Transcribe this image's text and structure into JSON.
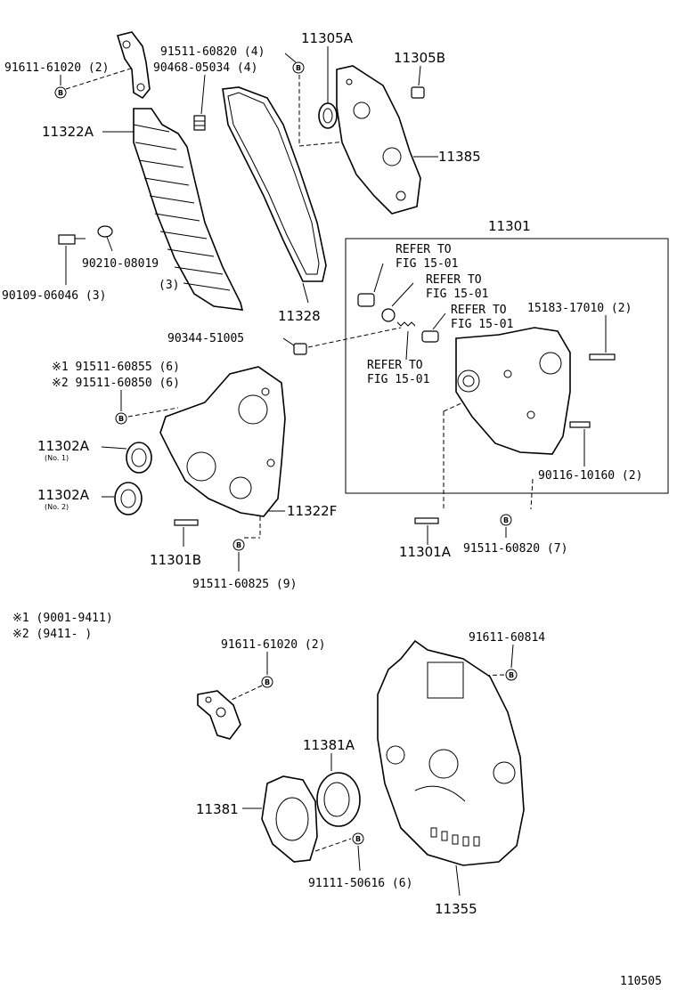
{
  "diagram_code": "110505",
  "labels": {
    "p91611_61020_top": "91611-61020 (2)",
    "p91511_60820_4": "91511-60820 (4)",
    "p90468_05034": "90468-05034 (4)",
    "p11305A": "11305A",
    "p11305B": "11305B",
    "p11322A": "11322A",
    "p11385": "11385",
    "p11301": "11301",
    "p90210_08019": "90210-08019",
    "p90210_qty": "(3)",
    "p90109_06046": "90109-06046 (3)",
    "p11328": "11328",
    "refer1_a": "REFER TO",
    "refer1_b": "FIG 15-01",
    "refer2_a": "REFER TO",
    "refer2_b": "FIG 15-01",
    "refer3_a": "REFER TO",
    "refer3_b": "FIG 15-01",
    "refer4_a": "REFER TO",
    "refer4_b": "FIG 15-01",
    "p15183_17010": "15183-17010 (2)",
    "p90344_51005": "90344-51005",
    "p91511_60855": "※1 91511-60855 (6)",
    "p91511_60850": "※2 91511-60850 (6)",
    "p11302A_1": "11302A",
    "p11302A_1_sub": "(No. 1)",
    "p11302A_2": "11302A",
    "p11302A_2_sub": "(No. 2)",
    "p90116_10160": "90116-10160 (2)",
    "p11322F": "11322F",
    "p11301B": "11301B",
    "p11301A": "11301A",
    "p91511_60820_7": "91511-60820 (7)",
    "p91511_60825": "91511-60825 (9)",
    "note1": "※1 (9001-9411)",
    "note2": "※2 (9411-       )",
    "p91611_61020_bot": "91611-61020 (2)",
    "p91611_60814": "91611-60814",
    "p11381A": "11381A",
    "p11381": "11381",
    "p91111_50616": "91111-50616 (6)",
    "p11355": "11355"
  },
  "bolt_mark": "B"
}
